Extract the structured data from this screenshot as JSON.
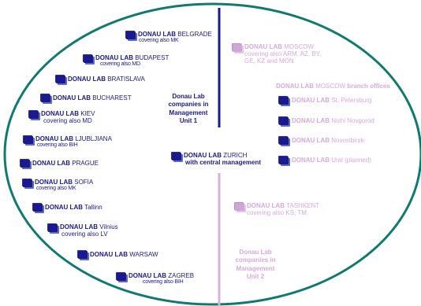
{
  "colors": {
    "ellipse": "#0f7a72",
    "unit1_line": "#1a1a8c",
    "unit2_line": "#d8b0dc",
    "unit1_text": "#1a1a8c",
    "unit2_text": "#d7a9dd"
  },
  "unit1": {
    "label": [
      "Donau Lab",
      "companies in",
      "Management",
      "Unit 1"
    ],
    "labs": [
      {
        "brand": "DONAU LAB",
        "city": "BELGRADE",
        "note": "covering also MK"
      },
      {
        "brand": "DONAU LAB",
        "city": "BUDAPEST",
        "note": "covering also MD"
      },
      {
        "brand": "DONAU LAB",
        "city": "BRATISLAVA",
        "note": ""
      },
      {
        "brand": "DONAU LAB",
        "city": "BUCHAREST",
        "note": ""
      },
      {
        "brand": "DONAU LAB",
        "city": "KIEV",
        "note": "covering also MD"
      },
      {
        "brand": "DONAU LAB",
        "city": "LJUBLJIANA",
        "note": "covering also BIH"
      },
      {
        "brand": "DONAU LAB",
        "city": "PRAGUE",
        "note": ""
      },
      {
        "brand": "DONAU LAB",
        "city": "SOFIA",
        "note": "covering also MK"
      },
      {
        "brand": "DONAU LAB",
        "city": "Tallinn",
        "note": ""
      },
      {
        "brand": "DONAU LAB",
        "city": "Vilnius",
        "note": "covering also LV"
      },
      {
        "brand": "DONAU LAB",
        "city": "WARSAW",
        "note": ""
      },
      {
        "brand": "DONAU LAB",
        "city": "ZAGREB",
        "note": "covering also BIH"
      }
    ]
  },
  "central": {
    "brand": "DONAU LAB",
    "city": "ZURICH",
    "note": "with central management"
  },
  "unit2": {
    "label": [
      "Donau Lab",
      "companies in",
      "Management",
      "Unit 2"
    ],
    "moscow": {
      "brand": "DONAU LAB",
      "city": "MOSCOW",
      "note_lines": [
        "covering also ARM, AZ, BY,",
        "GE, KZ  and MON"
      ]
    },
    "branch_header": {
      "brand": "DONAU LAB",
      "city": "MOSCOW",
      "suffix": "branch offices"
    },
    "branches": [
      {
        "brand": "DONAU LAB",
        "city": "St. Petersburg"
      },
      {
        "brand": "DONAU LAB",
        "city": "Nishi Novgorod"
      },
      {
        "brand": "DONAU LAB",
        "city": "Novosibirsk"
      },
      {
        "brand": "DONAU LAB",
        "city": "Ural (planned)"
      }
    ],
    "tashkent": {
      "brand": "DONAU LAB",
      "city": "TASHKENT",
      "note": "covering also KS, TM"
    }
  }
}
